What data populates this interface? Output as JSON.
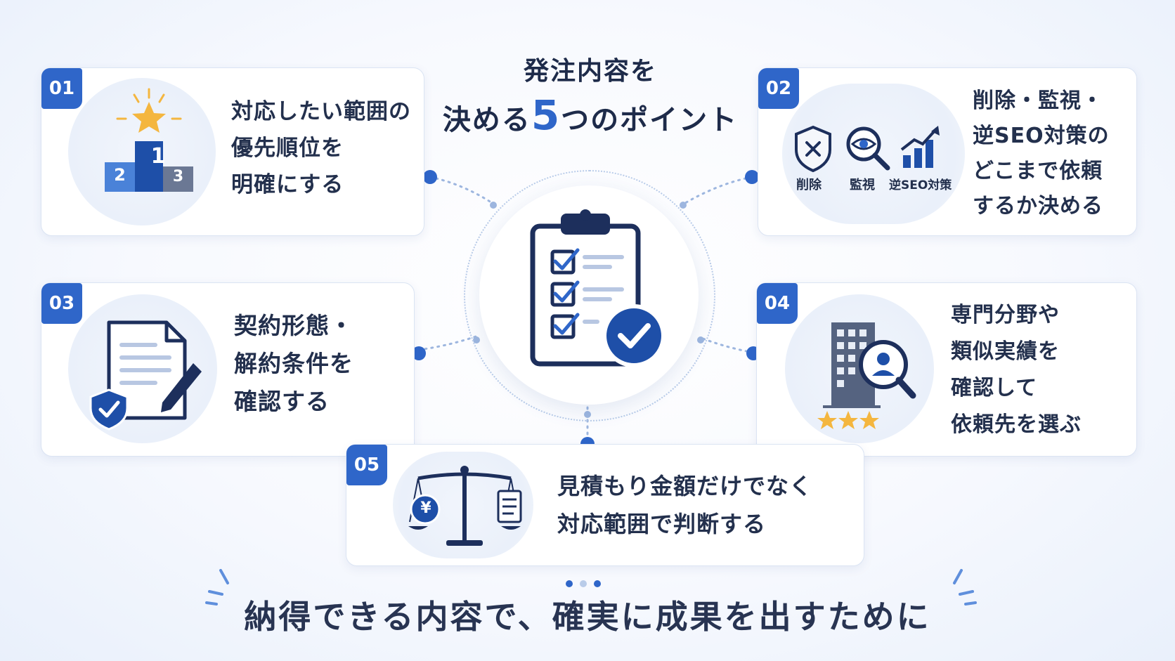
{
  "title": {
    "line1": "発注内容を",
    "line2_prefix": "決める",
    "line2_number": "5",
    "line2_suffix": "つのポイント"
  },
  "points": [
    {
      "number": "01",
      "text": "対応したい範囲の\n優先順位を\n明確にする",
      "icon": "podium-icon",
      "podium_labels": [
        "2",
        "1",
        "3"
      ]
    },
    {
      "number": "02",
      "text": "削除・監視・\n逆SEO対策の\nどこまで依頼\nするか決める",
      "icon": "service-icons",
      "labels": [
        "削除",
        "監視",
        "逆SEO対策"
      ]
    },
    {
      "number": "03",
      "text": "契約形態・\n解約条件を\n確認する",
      "icon": "contract-icon"
    },
    {
      "number": "04",
      "text": "専門分野や\n類似実績を\n確認して\n依頼先を選ぶ",
      "icon": "building-search-icon"
    },
    {
      "number": "05",
      "text": "見積もり金額だけでなく\n対応範囲で判断する",
      "icon": "balance-scale-icon",
      "currency": "¥"
    }
  ],
  "footer": {
    "text": "納得できる内容で、確実に成果を出すために"
  },
  "colors": {
    "accent": "#2f66c9",
    "navy": "#1d2f5c",
    "star": "#f4b63f",
    "text": "#23304d"
  }
}
